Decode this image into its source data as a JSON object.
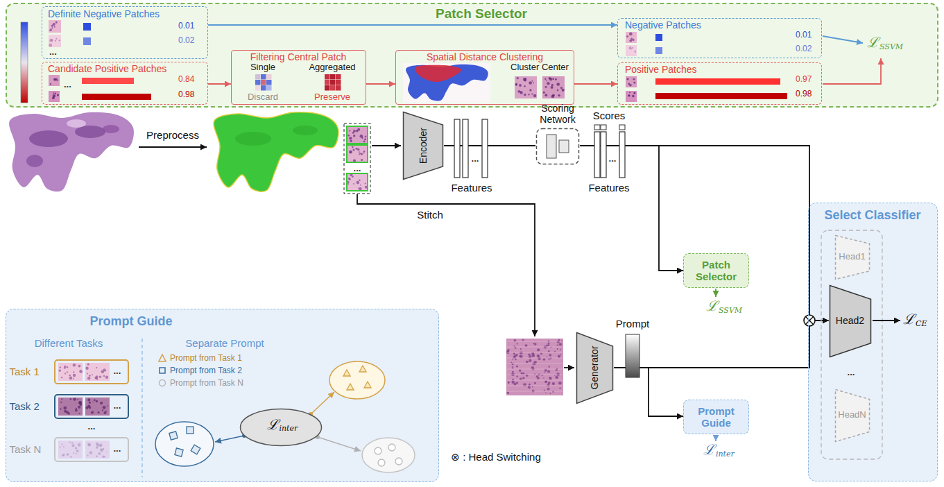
{
  "diagram": {
    "nodes": [
      {
        "text": [
          "Patch Selector"
        ]
      },
      {
        "text": [
          "Definite Negative Patches",
          "0.01",
          "0.02",
          "..."
        ],
        "in": 0
      },
      {
        "text": [
          "Candidate Positive Patches",
          "...",
          "0.84",
          "0.98"
        ],
        "in": 0
      },
      {
        "text": [
          "Filtering Central Patch",
          "Single",
          "Aggregated",
          "Discard",
          "Preserve"
        ],
        "in": 0
      },
      {
        "text": [
          "Spatial Distance Clustering",
          "Cluster Center"
        ],
        "in": 0
      },
      {
        "text": [
          "Negative Patches",
          "0.01",
          "0.02"
        ],
        "in": 0
      },
      {
        "text": [
          "Positive Patches",
          "0.97",
          "0.98"
        ],
        "in": 0
      },
      {
        "text": [
          "Encoder"
        ]
      },
      {
        "text": [
          "Scoring Network"
        ]
      },
      {
        "text": [
          "Patch Selector"
        ]
      },
      {
        "text": [
          "Generator"
        ]
      },
      {
        "text": [
          "Prompt Guide"
        ]
      },
      {
        "text": [
          "Select Classifier"
        ]
      },
      {
        "text": [
          "Head1"
        ],
        "in": 12
      },
      {
        "text": [
          "Head2"
        ],
        "in": 12
      },
      {
        "text": [
          "HeadN"
        ],
        "in": 12
      },
      {
        "text": [
          "Prompt Guide",
          "Different Tasks",
          "Separate Prompt"
        ]
      },
      {
        "text": [
          "Task 1",
          "..."
        ],
        "in": 16
      },
      {
        "text": [
          "Task 2",
          "..."
        ],
        "in": 16
      },
      {
        "text": [
          "Task N",
          "..."
        ],
        "in": 16
      },
      {
        "text": [
          "ℒ",
          "inter"
        ],
        "in": 16
      }
    ],
    "edges": [
      {
        "from": 1,
        "to": 5,
        "arrow": "to"
      },
      {
        "from": 2,
        "to": 3,
        "arrow": "to"
      },
      {
        "from": 3,
        "to": 4,
        "arrow": "to"
      },
      {
        "from": 4,
        "to": 6,
        "arrow": "to"
      },
      {
        "from": 7,
        "to": 8,
        "arrow": "none"
      },
      {
        "from": 8,
        "to": 9,
        "arrow": "to"
      },
      {
        "from": 8,
        "to": 14,
        "arrow": "to"
      },
      {
        "from": 10,
        "to": 11,
        "arrow": "to"
      },
      {
        "from": 10,
        "to": 14,
        "arrow": "to"
      }
    ],
    "labels": [
      "ℒ",
      "SSVM",
      "Preprocess",
      "...",
      "Features",
      "...",
      "Scores",
      "...",
      "Features",
      "Stitch",
      "Prompt",
      "ℒ",
      "SSVM",
      "ℒ",
      "CE",
      "...",
      "ℒ",
      "inter",
      "⊗ : Head Switching",
      "..."
    ],
    "legend": [
      {
        "text": "Prompt from Task 1"
      },
      {
        "text": "Prompt from Task 2"
      },
      {
        "text": "Prompt from Task N"
      }
    ]
  }
}
